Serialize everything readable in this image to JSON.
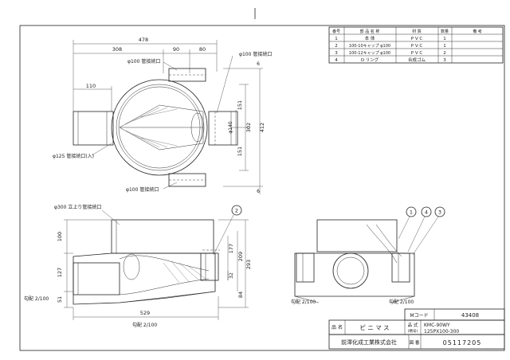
{
  "parts_table": {
    "headers": [
      "番号",
      "部 品 名 称",
      "材 質",
      "数量",
      "備 考"
    ],
    "rows": [
      [
        "1",
        "本 体",
        "P V C",
        "1",
        ""
      ],
      [
        "2",
        "100-10キャップ φ100",
        "P V C",
        "1",
        ""
      ],
      [
        "3",
        "100-12キャップ φ100",
        "P V C",
        "2",
        ""
      ],
      [
        "4",
        "O リング",
        "合成ゴム",
        "3",
        ""
      ]
    ]
  },
  "plan_view": {
    "dims": {
      "overall_width": "478",
      "left_width": "308",
      "mid_width": "90",
      "right_width": "80",
      "inlet_len": "110",
      "total_height": "412",
      "inner_height": "302",
      "upper_half": "151",
      "lower_half": "151",
      "top_gap": "6",
      "bottom_gap": "6",
      "dia_140": "φ140"
    },
    "labels": {
      "top_port": "φ100 管接続口",
      "right_port": "φ100 管接続口",
      "bottom_port": "φ100 管接続口",
      "left_inlet": "φ125 管接続口(入)"
    }
  },
  "front_view": {
    "dims": {
      "top_h": "100",
      "mid_h": "127",
      "low_h": "51",
      "r177": "177",
      "r209": "209",
      "r293": "293",
      "r32": "32",
      "r84": "84",
      "length": "529"
    },
    "labels": {
      "top_port": "φ300 立上り管接続口",
      "slope_bottom": "勾配 2/100",
      "slope_left": "勾配 2/100"
    },
    "balloons": [
      "2"
    ]
  },
  "side_view": {
    "labels": {
      "slope_left": "勾配 2/100",
      "slope_right": "勾配 2/100"
    },
    "balloons": [
      "1",
      "4",
      "3"
    ]
  },
  "title_block": {
    "mcode_label": "Mコード",
    "mcode_value": "43408",
    "name_label": "品 名",
    "name_value": "ピ ニ マ ス",
    "model_label": "品 式",
    "model_sub": "(略号)",
    "model_value_1": "KMC-90WY",
    "model_value_2": "125PX100-300",
    "company": "前澤化成工業株式会社",
    "doc_label": "図 番",
    "doc_value": "05117205"
  }
}
